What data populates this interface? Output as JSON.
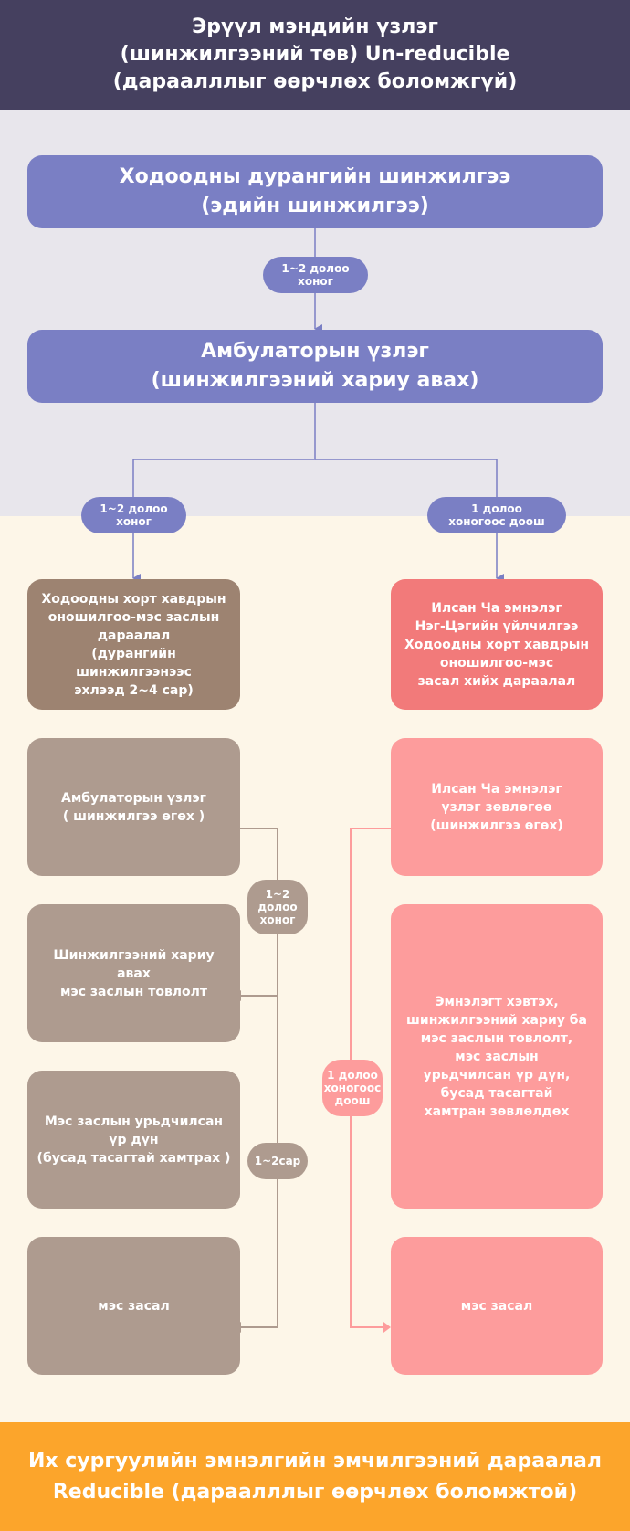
{
  "header": {
    "title": "Эрүүл мэндийн үзлэг\n(шинжилгээний төв) Un-reducible\n(дараалллыг өөрчлөх боломжгүй)"
  },
  "flow": {
    "box_endoscopy": "Ходоодны дурангийн шинжилгээ\n(эдийн шинжилгээ)",
    "pill_1": "1~2 долоо\nхоног",
    "box_outpatient_result": "Амбулаторын үзлэг\n(шинжилгээний хариу авах)",
    "pill_left_branch": "1~2 долоо\nхоног",
    "pill_right_branch": "1 долоо\nхоногоос доош",
    "left": {
      "box_title": "Ходоодны хорт хавдрын\nоношилгоо-мэс заслын\nдараалал\n(дурангийн шинжилгээнээс\nэхлээд 2~4 сар)",
      "box_outpatient": "Амбулаторын үзлэг\n( шинжилгээ өгөх )",
      "pill_weeks": "1~2\nдолоо\nхоног",
      "box_results": "Шинжилгээний хариу авах\nмэс заслын товлолт",
      "box_preop": "Мэс заслын урьдчилсан\nүр дүн\n(бусад тасагтай хамтрах )",
      "pill_months": "1~2сар",
      "box_surgery": "мэс засал"
    },
    "right": {
      "box_title": "Илсан Ча эмнэлэг\nНэг-Цэгийн үйлчилгээ\nХодоодны хорт хавдрын\nоношилгоо-мэс\nзасал хийх дараалал",
      "box_consult": "Илсан Ча эмнэлэг\nүзлэг зөвлөгөө\n(шинжилгээ өгөх)",
      "pill_week": "1 долоо\nхоногоос\nдоош",
      "box_admission": "Эмнэлэгт хэвтэх,\nшинжилгээний хариу ба\nмэс заслын товлолт,\nмэс заслын\nурьдчилсан үр дүн,\nбусад тасагтай\nхамтран зөвлөлдөх",
      "box_surgery": "мэс засал"
    }
  },
  "footer": {
    "title": "Их сургуулийн эмнэлгийн эмчилгээний дараалал\nReducible (дараалллыг өөрчлөх боломжтой)"
  },
  "colors": {
    "header_bg": "#45405f",
    "accent_purple": "#7a7fc4",
    "brown": "#ae9b8f",
    "brown_dark": "#9d8371",
    "red": "#f27a7a",
    "pink": "#fd9c9c",
    "footer_bg": "#fca52b"
  }
}
